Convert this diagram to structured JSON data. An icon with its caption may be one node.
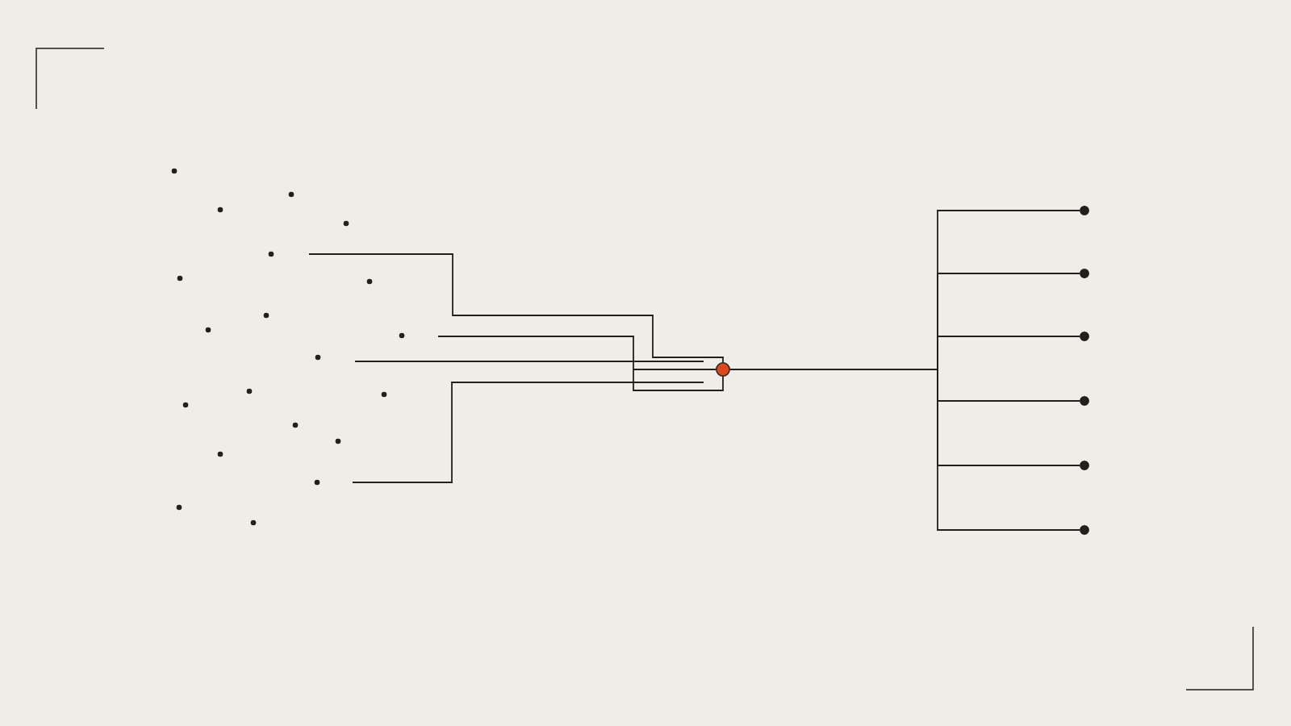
{
  "diagram": {
    "nodes": [
      {
        "text": [],
        "shape": "circle"
      },
      {
        "text": [],
        "shape": "circle"
      },
      {
        "text": [],
        "shape": "circle"
      },
      {
        "text": [],
        "shape": "circle"
      },
      {
        "text": [],
        "shape": "circle"
      },
      {
        "text": [],
        "shape": "circle"
      },
      {
        "text": [],
        "shape": "circle"
      }
    ],
    "edges": [
      {
        "from": null,
        "to": 0,
        "arrow": "none"
      },
      {
        "from": null,
        "to": 0,
        "arrow": "none"
      },
      {
        "from": 0,
        "to": 1,
        "arrow": "none"
      },
      {
        "from": 0,
        "to": 2,
        "arrow": "none"
      },
      {
        "from": 0,
        "to": 3,
        "arrow": "none"
      },
      {
        "from": 0,
        "to": 4,
        "arrow": "none"
      },
      {
        "from": 0,
        "to": 5,
        "arrow": "none"
      },
      {
        "from": 0,
        "to": 6,
        "arrow": "none"
      }
    ]
  }
}
